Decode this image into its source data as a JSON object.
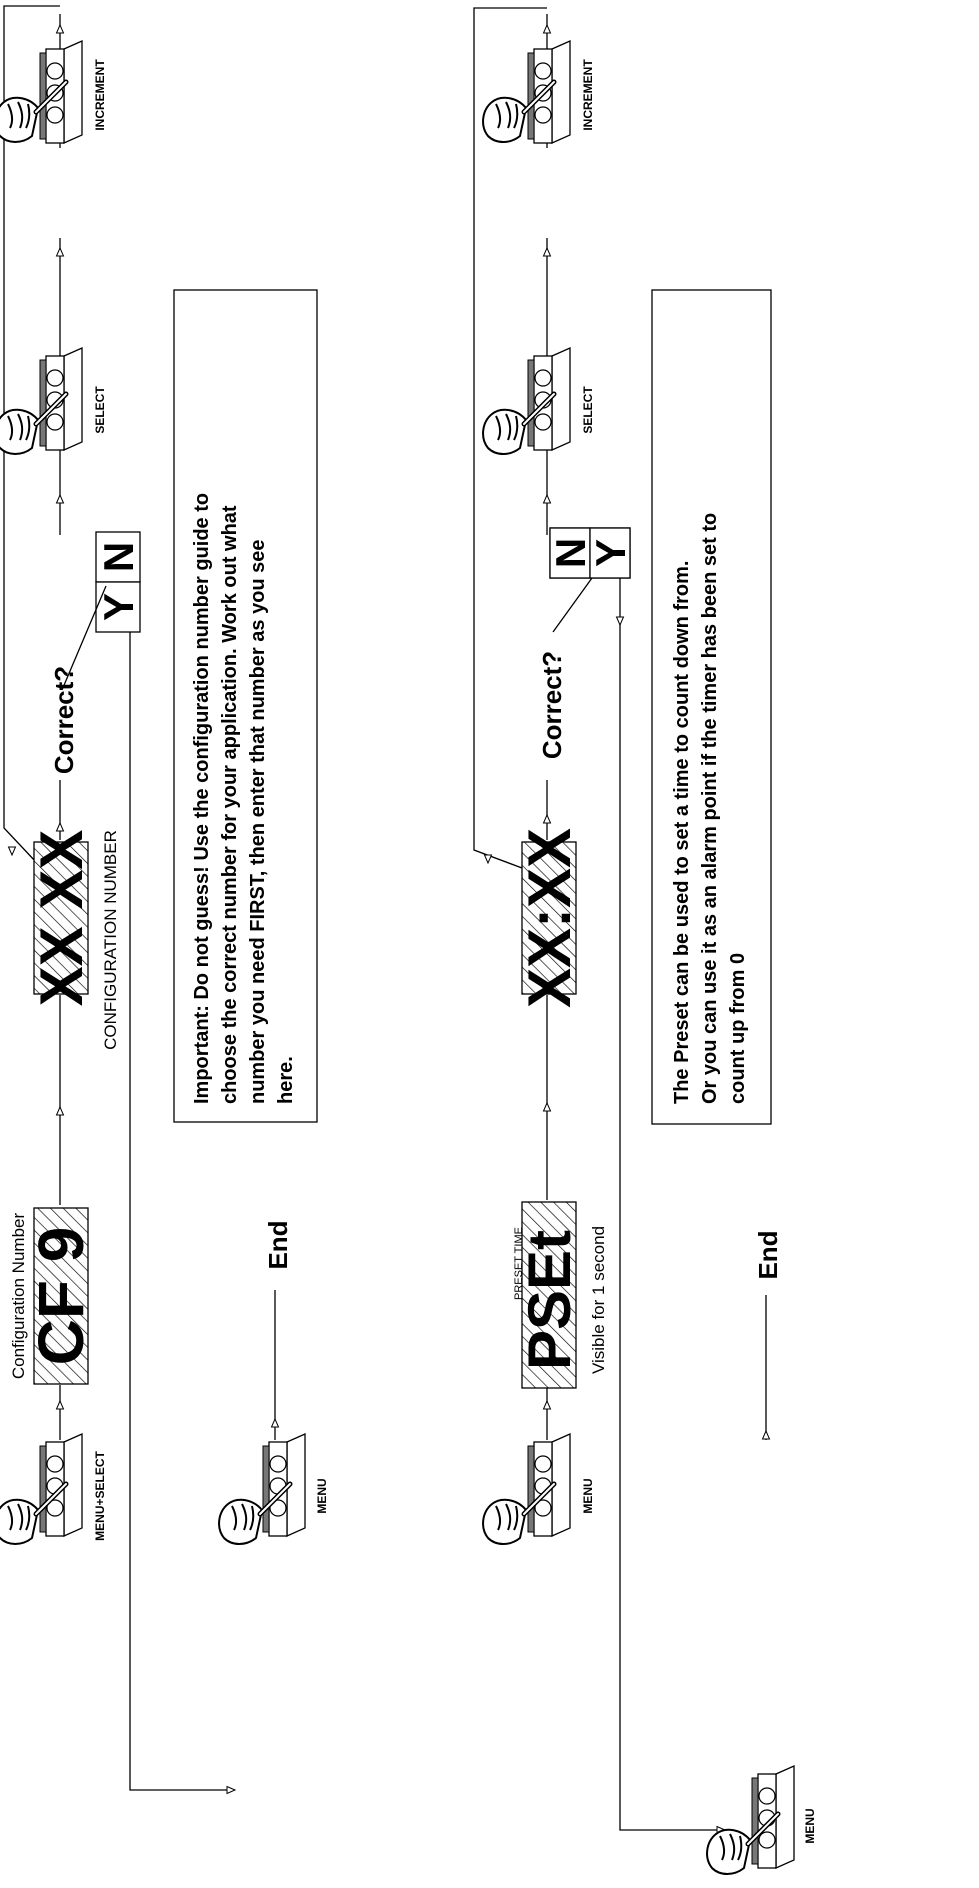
{
  "colors": {
    "ink": "#000000",
    "paper": "#ffffff",
    "hatch": "#000000"
  },
  "flow1": {
    "start_button": "MENU+SELECT",
    "display1_caption": "Configuration Number",
    "display1_text": "CF 9",
    "display2_text": "XX XX",
    "display2_caption": "CONFIGURATION NUMBER",
    "question": "Correct?",
    "no_label": "N",
    "yes_label": "Y",
    "select_button": "SELECT",
    "increment_button": "INCREMENT",
    "menu_button": "MENU",
    "end_label": "End",
    "note": [
      "Important: Do not guess! Use the configuration number guide to",
      "choose the correct number for your application. Work out what",
      "number you need FIRST, then enter that number as you see",
      "here."
    ]
  },
  "flow2": {
    "start_button": "MENU",
    "display1_caption_small": "PRESET TIME",
    "display1_text": "PSEt",
    "display1_caption": "Visible for 1 second",
    "display2_text": "XX:XX",
    "question": "Correct?",
    "no_label": "N",
    "yes_label": "Y",
    "select_button": "SELECT",
    "increment_button": "INCREMENT",
    "menu_button": "MENU",
    "end_label": "End",
    "note": [
      "The Preset  can be used to set a time to count down from.",
      "Or you can use it as an alarm point if the timer has been set to",
      "count up from 0"
    ]
  }
}
